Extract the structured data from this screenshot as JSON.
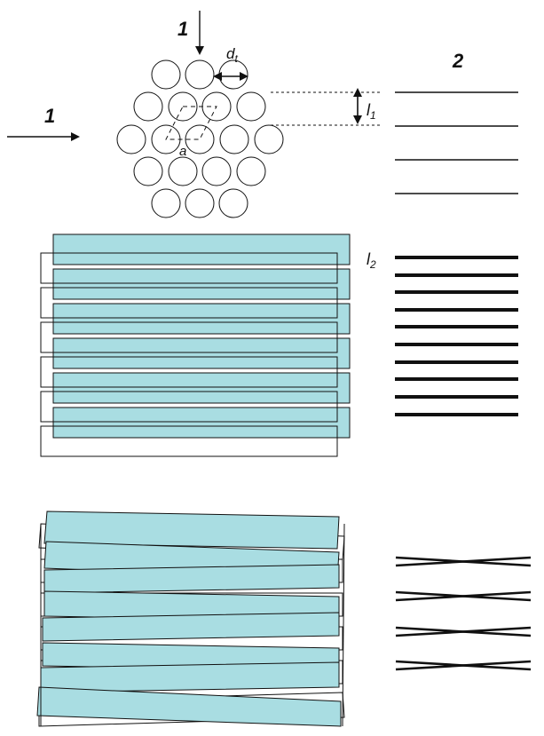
{
  "labels": {
    "arrow_top": "1",
    "arrow_left": "1",
    "column": "2",
    "dt_main": "d",
    "dt_sub": "t",
    "a": "a",
    "l1_main": "l",
    "l1_sub": "1",
    "l2_main": "l",
    "l2_sub": "2"
  },
  "colors": {
    "sheet_fill": "#a9dde2",
    "stroke": "#111111"
  }
}
